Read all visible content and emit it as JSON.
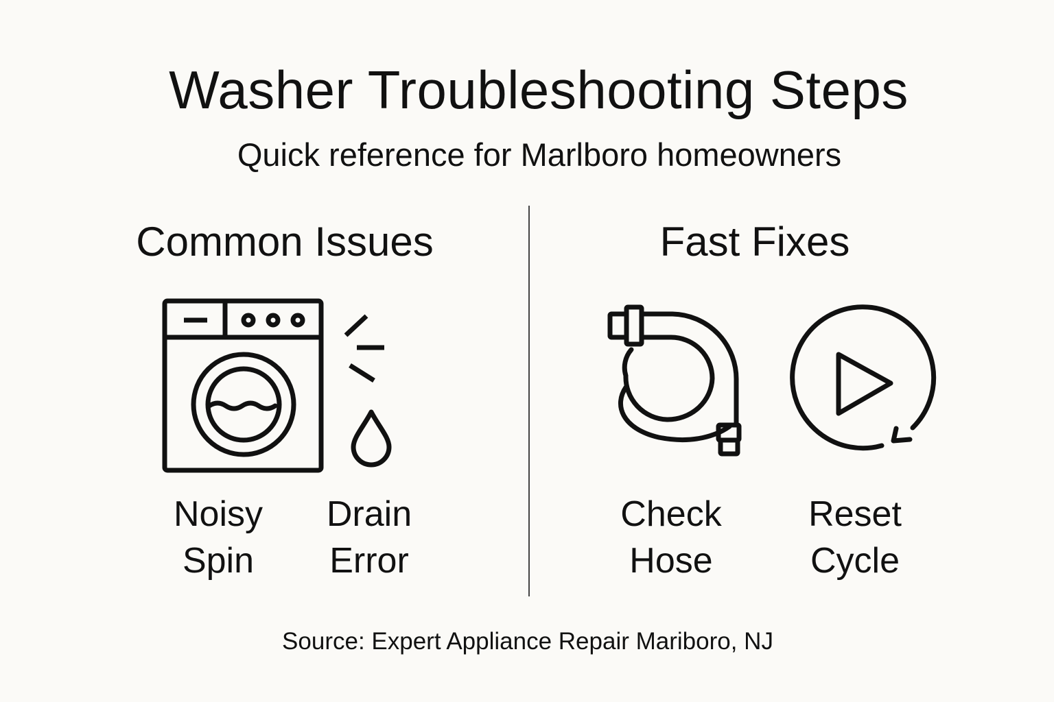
{
  "title": "Washer Troubleshooting Steps",
  "subtitle": "Quick reference for Marlboro homeowners",
  "sections": [
    {
      "heading": "Common Issues",
      "items": [
        {
          "label_line1": "Noisy",
          "label_line2": "Spin",
          "icon": "washing-machine-icon"
        },
        {
          "label_line1": "Drain",
          "label_line2": "Error",
          "icon": "water-drop-icon"
        }
      ]
    },
    {
      "heading": "Fast Fixes",
      "items": [
        {
          "label_line1": "Check",
          "label_line2": "Hose",
          "icon": "hose-icon"
        },
        {
          "label_line1": "Reset",
          "label_line2": "Cycle",
          "icon": "reset-play-icon"
        }
      ]
    }
  ],
  "source": "Source: Expert Appliance Repair Mariboro, NJ",
  "colors": {
    "background": "#fbfaf7",
    "ink": "#111111"
  }
}
